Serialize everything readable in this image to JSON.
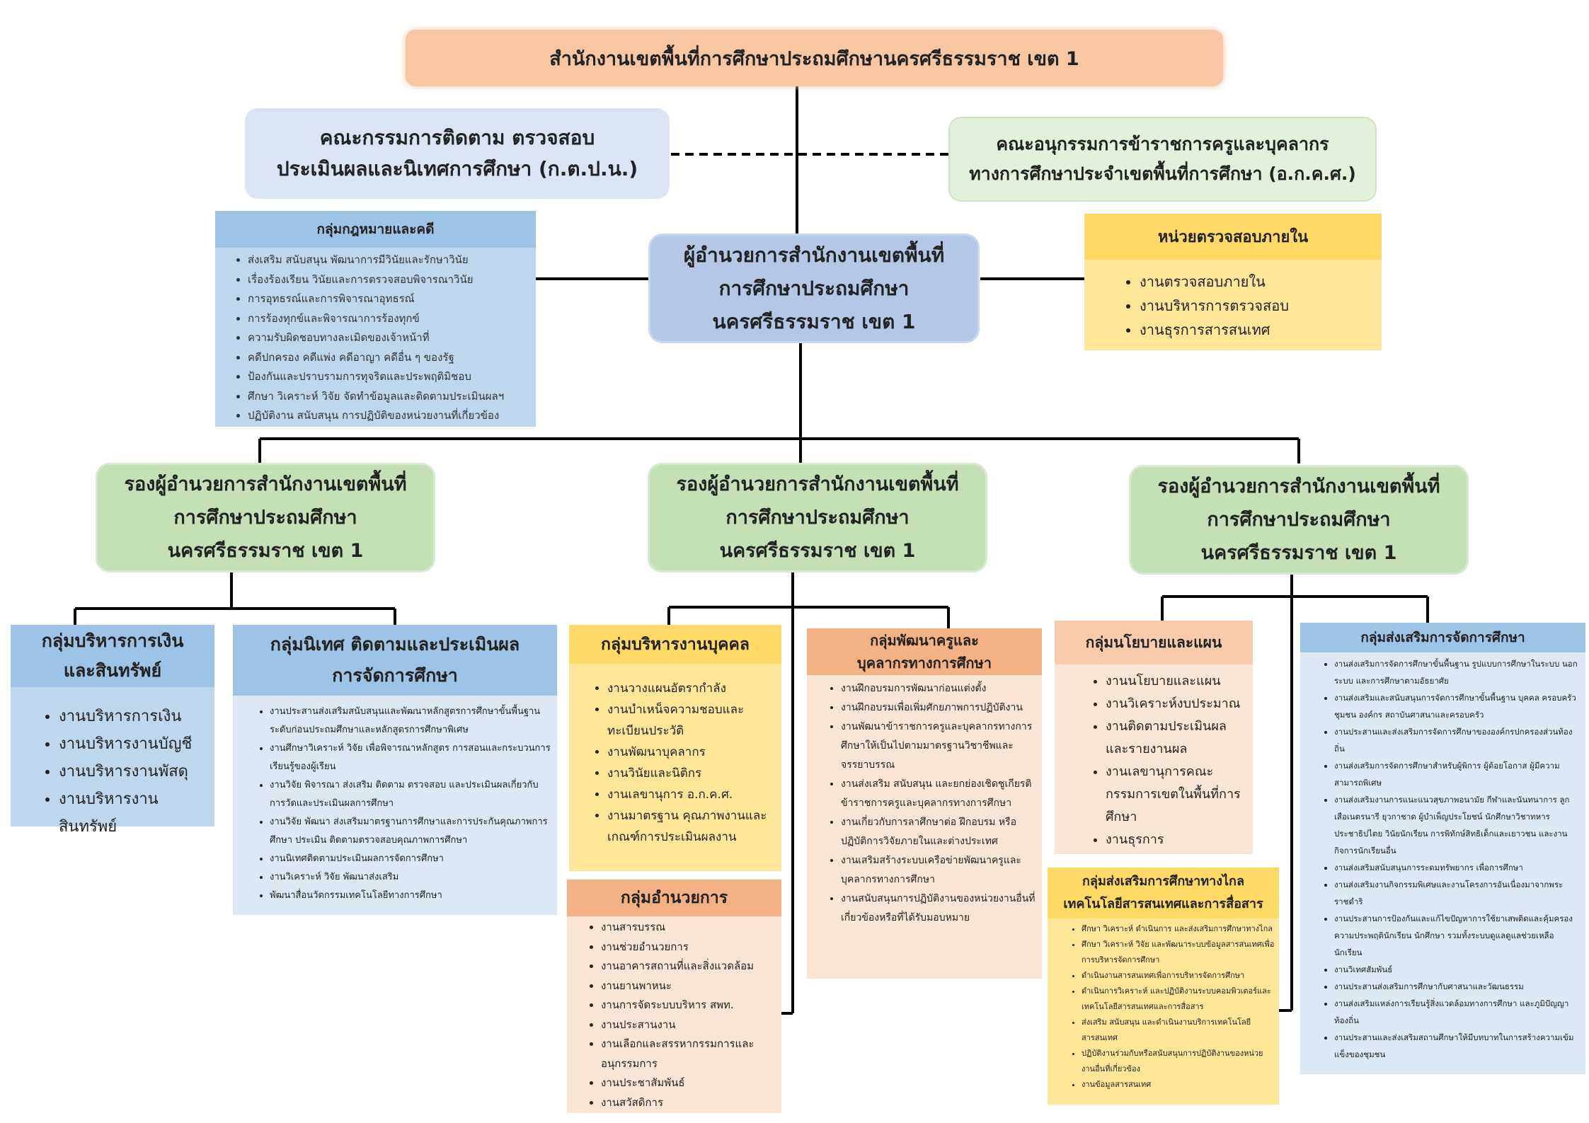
{
  "top": {
    "title": "สำนักงานเขตพื้นที่การศึกษาประถมศึกษานครศรีธรรมราช เขต 1"
  },
  "committee_left": {
    "line1": "คณะกรรมการติดตาม ตรวจสอบ",
    "line2": "ประเมินผลและนิเทศการศึกษา (ก.ต.ป.น.)"
  },
  "committee_right": {
    "line1": "คณะอนุกรรมการข้าราชการครูและบุคลากร",
    "line2": "ทางการศึกษาประจำเขตพื้นที่การศึกษา (อ.ก.ค.ศ.)"
  },
  "director": {
    "line1": "ผู้อำนวยการสำนักงานเขตพื้นที่",
    "line2": "การศึกษาประถมศึกษา",
    "line3": "นครศรีธรรมราช เขต 1"
  },
  "deputy": {
    "line1": "รองผู้อำนวยการสำนักงานเขตพื้นที่",
    "line2": "การศึกษาประถมศึกษา",
    "line3": "นครศรีธรรมราช เขต 1"
  },
  "legal": {
    "title": "กลุ่มกฎหมายและคดี",
    "items": [
      "ส่งเสริม สนับสนุน พัฒนาการมีวินัยและรักษาวินัย",
      "เรื่องร้องเรียน วินัยและการตรวจสอบพิจารณาวินัย",
      "การอุทธรณ์และการพิจารณาอุทธรณ์",
      "การร้องทุกข์และพิจารณาการร้องทุกข์",
      "ความรับผิดชอบทางละเมิดของเจ้าหน้าที่",
      "คดีปกครอง คดีแพ่ง คดีอาญา คดีอื่น ๆ ของรัฐ",
      "ป้องกันและปราบรามการทุจริตและประพฤติมิชอบ",
      "ศึกษา วิเคราะห์ วิจัย จัดทำข้อมูลและติดตามประเมินผลฯ",
      "ปฏิบัติงาน สนับสนุน การปฏิบัติของหน่วยงานที่เกี่ยวข้อง"
    ]
  },
  "audit": {
    "title": "หน่วยตรวจสอบภายใน",
    "items": [
      "งานตรวจสอบภายใน",
      "งานบริหารการตรวจสอบ",
      "งานธุรการสารสนเทศ"
    ]
  },
  "finance": {
    "title_line1": "กลุ่มบริหารการเงิน",
    "title_line2": "และสินทรัพย์",
    "items": [
      "งานบริหารการเงิน",
      "งานบริหารงานบัญชี",
      "งานบริหารงานพัสดุ",
      "งานบริหารงานสินทรัพย์"
    ]
  },
  "supervision": {
    "title_line1": "กลุ่มนิเทศ ติดตามและประเมินผล",
    "title_line2": "การจัดการศึกษา",
    "items": [
      "งานประสานส่งเสริมสนับสนุนและพัฒนาหลักสูตรการศึกษาขั้นพื้นฐานระดับก่อนประถมศึกษาและหลักสูตรการศึกษาพิเศษ",
      "งานศึกษาวิเคราะห์ วิจัย เพื่อพิจารณาหลักสูตร การสอนและกระบวนการเรียนรู้ของผู้เรียน",
      "งานวิจัย พิจารณา ส่งเสริม ติดตาม ตรวจสอบ และประเมินผลเกี่ยวกับการวัดและประเมินผลการศึกษา",
      "งานวิจัย พัฒนา ส่งเสริมมาตรฐานการศึกษาและการประกันคุณภาพการศึกษา ประเมิน ติดตามตรวจสอบคุณภาพการศึกษา",
      "งานนิเทศติดตามประเมินผลการจัดการศึกษา",
      "งานวิเคราะห์ วิจัย พัฒนาส่งเสริม",
      "พัฒนาสื่อนวัตกรรมเทคโนโลยีทางการศึกษา"
    ]
  },
  "personnel": {
    "title": "กลุ่มบริหารงานบุคคล",
    "items": [
      "งานวางแผนอัตรากำลัง",
      "งานบำเหน็จความชอบและทะเบียนประวัติ",
      "งานพัฒนาบุคลากร",
      "งานวินัยและนิติกร",
      "งานเลขานุการ อ.ก.ค.ศ.",
      "งานมาตรฐาน คุณภาพงานและเกณฑ์การประเมินผลงาน"
    ]
  },
  "admin": {
    "title": "กลุ่มอำนวยการ",
    "items": [
      "งานสารบรรณ",
      "งานช่วยอำนวยการ",
      "งานอาคารสถานที่และสิ่งแวดล้อม",
      "งานยานพาหนะ",
      "งานการจัดระบบบริหาร สพท.",
      "งานประสานงาน",
      "งานเลือกและสรรหากรรมการและอนุกรรมการ",
      "งานประชาสัมพันธ์",
      "งานสวัสดิการ"
    ]
  },
  "teacher_dev": {
    "title_line1": "กลุ่มพัฒนาครูและ",
    "title_line2": "บุคลากรทางการศึกษา",
    "items": [
      "งานฝึกอบรมการพัฒนาก่อนแต่งตั้ง",
      "งานฝึกอบรมเพื่อเพิ่มศักยภาพการปฏิบัติงาน",
      "งานพัฒนาข้าราชการครูและบุคลากรทางการศึกษาให้เป็นไปตามมาตรฐานวิชาชีพและจรรยาบรรณ",
      "งานส่งเสริม สนับสนุน และยกย่องเชิดชูเกียรติข้าราชการครูและบุคลากรทางการศึกษา",
      "งานเกี่ยวกับการลาศึกษาต่อ ฝึกอบรม หรือปฏิบัติการวิจัยภายในและต่างประเทศ",
      "งานเสริมสร้างระบบเครือข่ายพัฒนาครูและบุคลากรทางการศึกษา",
      "งานสนับสนุนการปฏิบัติงานของหน่วยงานอื่นที่เกี่ยวข้องหรือที่ได้รับมอบหมาย"
    ]
  },
  "policy": {
    "title": "กลุ่มนโยบายและแผน",
    "items": [
      "งานนโยบายและแผน",
      "งานวิเคราะห์งบประมาณ",
      "งานติดตามประเมินผลและรายงานผล",
      "งานเลขานุการคณะกรรมการเขตในพื้นที่การศึกษา",
      "งานธุรการ"
    ]
  },
  "distance": {
    "title_line1": "กลุ่มส่งเสริมการศึกษาทางไกล",
    "title_line2": "เทคโนโลยีสารสนเทศและการสื่อสาร",
    "items": [
      "ศึกษา วิเคราะห์ ดำเนินการ และส่งเสริมการศึกษาทางไกล",
      "ศึกษา วิเคราะห์ วิจัย และพัฒนาระบบข้อมูลสารสนเทศเพื่อการบริหารจัดการศึกษา",
      "ดำเนินงานสารสนเทศเพื่อการบริหารจัดการศึกษา",
      "ดำเนินการวิเคราะห์ และปฏิบัติงานระบบคอมพิวเตอร์และเทคโนโลยีสารสนเทศและการสื่อสาร",
      "ส่งเสริม สนับสนุน และดำเนินงานบริการเทคโนโลยีสารสนเทศ",
      "ปฏิบัติงานร่วมกับหรือสนับสนุนการปฏิบัติงานของหน่วยงานอื่นที่เกี่ยวข้อง",
      "งานข้อมูลสารสนเทศ"
    ]
  },
  "promotion": {
    "title": "กลุ่มส่งเสริมการจัดการศึกษา",
    "items": [
      "งานส่งเสริมการจัดการศึกษาขั้นพื้นฐาน รูปแบบการศึกษาในระบบ นอกระบบ และการศึกษาตามอัธยาศัย",
      "งานส่งเสริมและสนับสนุนการจัดการศึกษาขั้นพื้นฐาน บุคคล ครอบครัว ชุมชน องค์กร สถาบันศาสนาและครอบครัว",
      "งานประสานและส่งเสริมการจัดการศึกษาขององค์กรปกครองส่วนท้องถิ่น",
      "งานส่งเสริมการจัดการศึกษาสำหรับผู้พิการ ผู้ด้อยโอกาส ผู้มีความสามารถพิเศษ",
      "งานส่งเสริมงานการแนะแนวสุขภาพอนามัย กีฬาและนันทนาการ ลูกเสือเนตรนารี ยุวกาชาด ผู้บำเพ็ญประโยชน์ นักศึกษาวิชาทหาร ประชาธิปไตย วินัยนักเรียน การพิทักษ์สิทธิเด็กและเยาวชน และงานกิจการนักเรียนอื่น",
      "งานส่งเสริมสนับสนุนการระดมทรัพยากร เพื่อการศึกษา",
      "งานส่งเสริมงานกิจกรรมพิเศษและงานโครงการอันเนื่องมาจากพระราชดำริ",
      "งานประสานการป้องกันและแก้ไขปัญหาการใช้ยาเสพติดและคุ้มครองความประพฤตินักเรียน นักศึกษา รวมทั้งระบบดูแลดูแลช่วยเหลือนักเรียน",
      "งานวิเทศสัมพันธ์",
      "งานประสานส่งเสริมการศึกษากับศาสนาและวัฒนธรรม",
      "งานส่งเสริมแหล่งการเรียนรู้สิ่งแวดล้อมทางการศึกษา และภูมิปัญญาท้องถิ่น",
      "งานประสานและส่งเสริมสถานศึกษาให้มีบทบาทในการสร้างความเข้มแข็งของชุมชน"
    ]
  },
  "colors": {
    "orange_top": "#f7c6a3",
    "blue_light": "#dbe4f3",
    "green_light": "#e3f0dc",
    "blue_director": "#b4c7e7",
    "green_deputy": "#c5e0b4",
    "blue_header": "#9dc3e6",
    "blue_body": "#dde8f5",
    "yellow_header": "#ffd966",
    "yellow_body": "#ffe699",
    "salmon_header": "#f4b183",
    "salmon_body": "#fbe5d6"
  }
}
